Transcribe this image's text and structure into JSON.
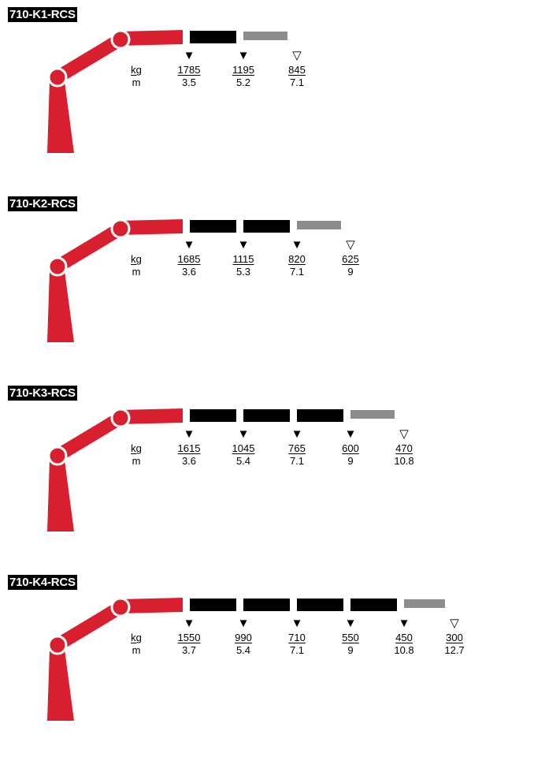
{
  "units": {
    "load": "kg",
    "reach": "m"
  },
  "colors": {
    "boom": "#d71f2f",
    "extension": "#000000",
    "jib": "#8c8c8c"
  },
  "icons": {
    "extension_marker": "filled-triangle-down-icon",
    "tip_marker": "outline-triangle-down-icon"
  },
  "panels": [
    {
      "title": "710-K1-RCS",
      "points": [
        {
          "kg": "1785",
          "m": "3.5"
        },
        {
          "kg": "1195",
          "m": "5.2"
        },
        {
          "kg": "845",
          "m": "7.1"
        }
      ]
    },
    {
      "title": "710-K2-RCS",
      "points": [
        {
          "kg": "1685",
          "m": "3.6"
        },
        {
          "kg": "1115",
          "m": "5.3"
        },
        {
          "kg": "820",
          "m": "7.1"
        },
        {
          "kg": "625",
          "m": "9"
        }
      ]
    },
    {
      "title": "710-K3-RCS",
      "points": [
        {
          "kg": "1615",
          "m": "3.6"
        },
        {
          "kg": "1045",
          "m": "5.4"
        },
        {
          "kg": "765",
          "m": "7.1"
        },
        {
          "kg": "600",
          "m": "9"
        },
        {
          "kg": "470",
          "m": "10.8"
        }
      ]
    },
    {
      "title": "710-K4-RCS",
      "points": [
        {
          "kg": "1550",
          "m": "3.7"
        },
        {
          "kg": "990",
          "m": "5.4"
        },
        {
          "kg": "710",
          "m": "7.1"
        },
        {
          "kg": "550",
          "m": "9"
        },
        {
          "kg": "450",
          "m": "10.8"
        },
        {
          "kg": "300",
          "m": "12.7"
        }
      ]
    }
  ]
}
